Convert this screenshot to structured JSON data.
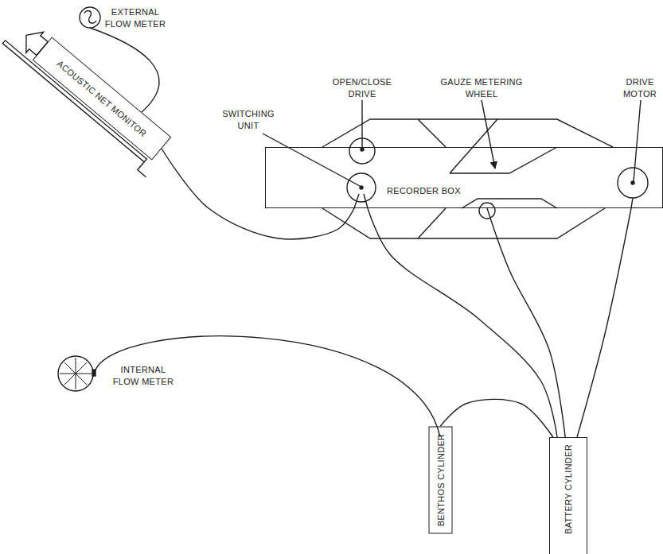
{
  "diagram": {
    "nodes": [
      {
        "text": [
          "ACOUSTIC NET MONITOR"
        ]
      },
      {
        "text": [
          "RECORDER BOX"
        ]
      },
      {
        "text": [
          "BENTHOS CYLINDER"
        ]
      },
      {
        "text": [
          "BATTERY CYLINDER"
        ]
      }
    ],
    "edges": [
      {
        "from": 0,
        "to": 1,
        "arrow": "none"
      },
      {
        "from": 2,
        "to": 3,
        "arrow": "none"
      },
      {
        "from": 3,
        "to": 1,
        "arrow": "none"
      },
      {
        "from": 3,
        "to": 1,
        "arrow": "none"
      },
      {
        "from": 3,
        "to": 1,
        "arrow": "none"
      }
    ],
    "labels": [
      "EXTERNAL FLOW METER",
      "OPEN/CLOSE DRIVE",
      "GAUZE METERING WHEEL",
      "DRIVE MOTOR",
      "SWITCHING UNIT",
      "INTERNAL FLOW METER"
    ]
  }
}
